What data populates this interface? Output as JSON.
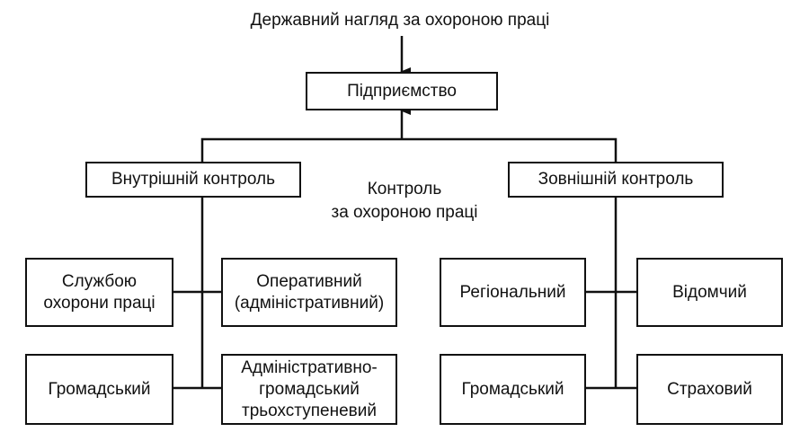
{
  "title": "Державний нагляд за охороною праці",
  "center_label": "Контроль\nза охороною праці",
  "nodes": {
    "enterprise": "Підприємство",
    "internal": "Внутрішній контроль",
    "external": "Зовнішній контроль",
    "labor_service": "Службою\nохорони праці",
    "operational": "Оперативний\n(адміністративний)",
    "public_internal": "Громадський",
    "admin_public": "Адміністративно-\nгромадський\nтрьохступеневий",
    "regional": "Регіональний",
    "departmental": "Відомчий",
    "public_external": "Громадський",
    "insurance": "Страховий"
  }
}
